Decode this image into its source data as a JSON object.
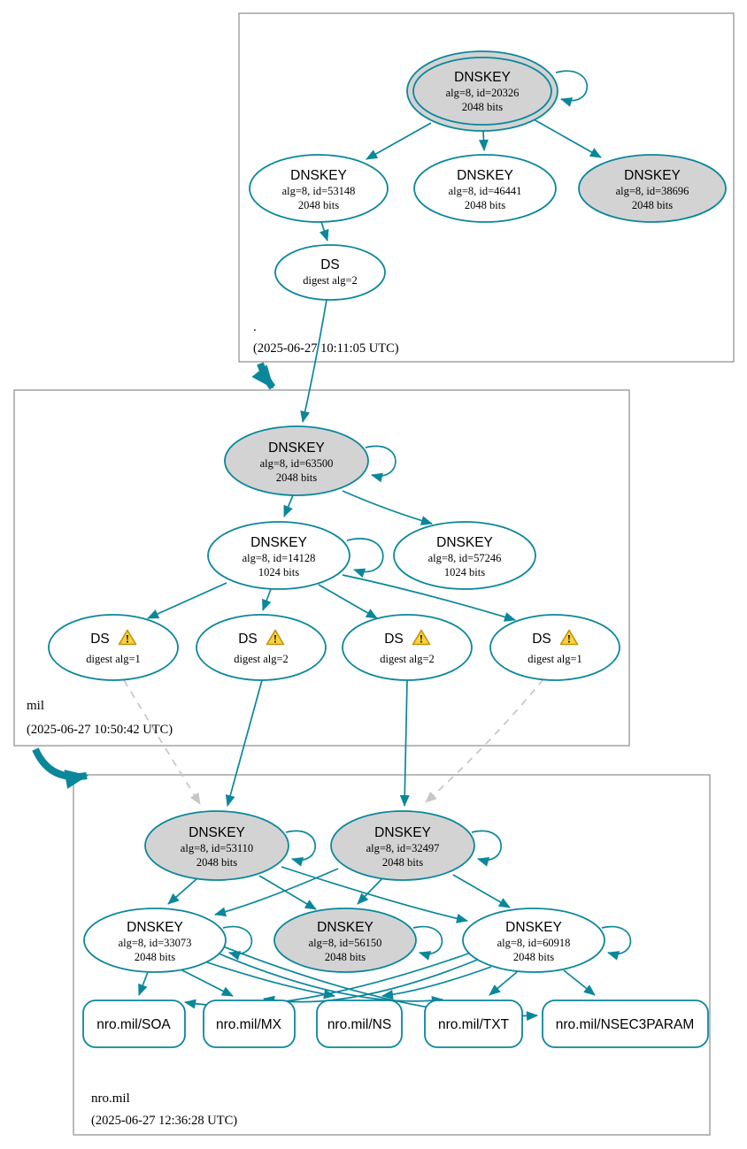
{
  "colors": {
    "edge_secure": "#0a879a",
    "edge_insecure": "#c6c6c6",
    "node_fill": "#ffffff",
    "node_fill_sep": "#d3d3d3",
    "warning_fill": "#f9d23d",
    "warning_border": "#c2930c",
    "box_border": "#8c8c8c"
  },
  "icons": {
    "warning_mark": "!"
  },
  "zones": {
    "root": {
      "name": ".",
      "timestamp": "(2025-06-27 10:11:05 UTC)",
      "nodes": {
        "k20326": {
          "title": "DNSKEY",
          "detail1": "alg=8, id=20326",
          "detail2": "2048 bits"
        },
        "k53148": {
          "title": "DNSKEY",
          "detail1": "alg=8, id=53148",
          "detail2": "2048 bits"
        },
        "k46441": {
          "title": "DNSKEY",
          "detail1": "alg=8, id=46441",
          "detail2": "2048 bits"
        },
        "k38696": {
          "title": "DNSKEY",
          "detail1": "alg=8, id=38696",
          "detail2": "2048 bits"
        },
        "ds": {
          "title": "DS",
          "detail1": "digest alg=2"
        }
      }
    },
    "mil": {
      "name": "mil",
      "timestamp": "(2025-06-27 10:50:42 UTC)",
      "nodes": {
        "k63500": {
          "title": "DNSKEY",
          "detail1": "alg=8, id=63500",
          "detail2": "2048 bits"
        },
        "k14128": {
          "title": "DNSKEY",
          "detail1": "alg=8, id=14128",
          "detail2": "1024 bits"
        },
        "k57246": {
          "title": "DNSKEY",
          "detail1": "alg=8, id=57246",
          "detail2": "1024 bits"
        },
        "ds1": {
          "title": "DS",
          "detail1": "digest alg=1"
        },
        "ds2": {
          "title": "DS",
          "detail1": "digest alg=2"
        },
        "ds3": {
          "title": "DS",
          "detail1": "digest alg=2"
        },
        "ds4": {
          "title": "DS",
          "detail1": "digest alg=1"
        }
      }
    },
    "nromil": {
      "name": "nro.mil",
      "timestamp": "(2025-06-27 12:36:28 UTC)",
      "nodes": {
        "k53110": {
          "title": "DNSKEY",
          "detail1": "alg=8, id=53110",
          "detail2": "2048 bits"
        },
        "k32497": {
          "title": "DNSKEY",
          "detail1": "alg=8, id=32497",
          "detail2": "2048 bits"
        },
        "k33073": {
          "title": "DNSKEY",
          "detail1": "alg=8, id=33073",
          "detail2": "2048 bits"
        },
        "k56150": {
          "title": "DNSKEY",
          "detail1": "alg=8, id=56150",
          "detail2": "2048 bits"
        },
        "k60918": {
          "title": "DNSKEY",
          "detail1": "alg=8, id=60918",
          "detail2": "2048 bits"
        }
      },
      "rrsets": {
        "soa": "nro.mil/SOA",
        "mx": "nro.mil/MX",
        "ns": "nro.mil/NS",
        "txt": "nro.mil/TXT",
        "nsec3param": "nro.mil/NSEC3PARAM"
      }
    }
  }
}
